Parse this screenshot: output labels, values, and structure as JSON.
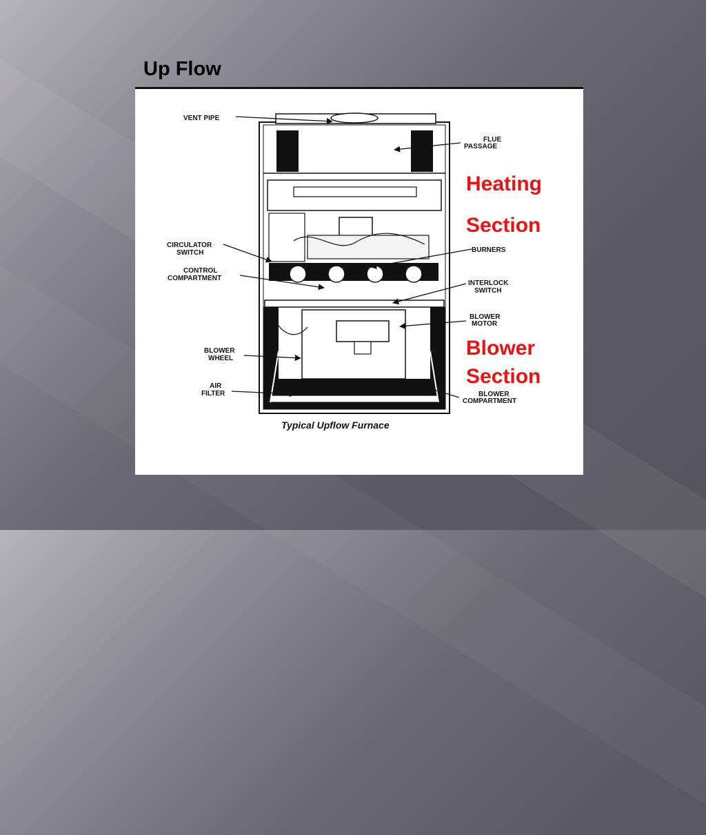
{
  "slide": {
    "title": "Up Flow"
  },
  "diagram": {
    "caption": "Typical Upflow Furnace",
    "labels": {
      "vent_pipe": "VENT PIPE",
      "flue_passage": [
        "FLUE",
        "PASSAGE"
      ],
      "circulator_switch": [
        "CIRCULATOR",
        "SWITCH"
      ],
      "control_compartment": [
        "CONTROL",
        "COMPARTMENT"
      ],
      "burners": "BURNERS",
      "interlock_switch": [
        "INTERLOCK",
        "SWITCH"
      ],
      "blower_motor": [
        "BLOWER",
        "MOTOR"
      ],
      "blower_wheel": [
        "BLOWER",
        "WHEEL"
      ],
      "air_filter": [
        "AIR",
        "FILTER"
      ],
      "blower_compartment": [
        "BLOWER",
        "COMPARTMENT"
      ]
    }
  },
  "annotations": {
    "heating_1": "Heating",
    "heating_2": "Section",
    "blower_1": "Blower",
    "blower_2": "Section",
    "color": "#ee1111"
  }
}
